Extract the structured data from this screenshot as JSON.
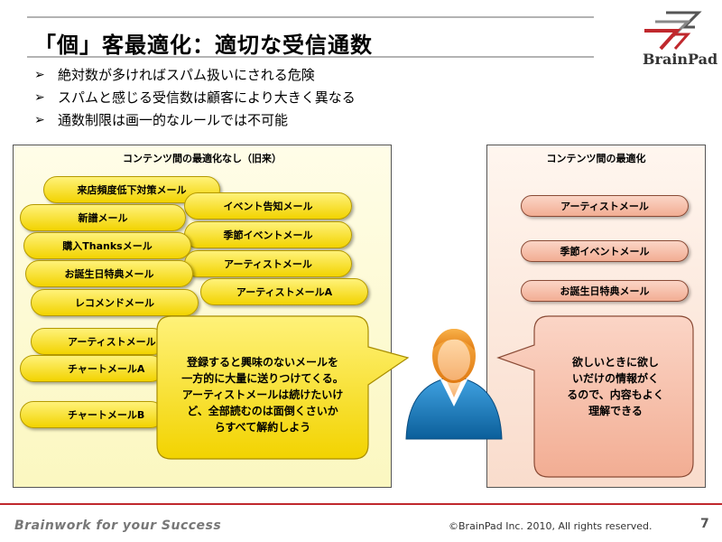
{
  "header": {
    "title": "「個」客最適化：適切な受信通数",
    "logo_text": "BrainPad"
  },
  "bullets": [
    "絶対数が多ければスパム扱いにされる危険",
    "スパムと感じる受信数は顧客により大きく異なる",
    "通数制限は画一的なルールでは不可能"
  ],
  "left_panel": {
    "title": "コンテンツ間の最適化なし（旧来）",
    "pills": [
      "来店頻度低下対策メール",
      "イベント告知メール",
      "新譜メール",
      "季節イベントメール",
      "購入Thanksメール",
      "アーティストメール",
      "お誕生日特典メール",
      "アーティストメールA",
      "レコメンドメール",
      "アーティストメールB",
      "チャートメールA",
      "チャートメールB"
    ]
  },
  "right_panel": {
    "title": "コンテンツ間の最適化",
    "pills": [
      "アーティストメール",
      "季節イベントメール",
      "お誕生日特典メール"
    ]
  },
  "speech_left": [
    "登録すると興味のないメールを",
    "一方的に大量に送りつけてくる。",
    "アーティストメールは続けたいけ",
    "ど、全部読むのは面倒くさいか",
    "らすべて解約しよう"
  ],
  "speech_right": [
    "欲しいときに欲し",
    "いだけの情報がく",
    "るので、内容もよく",
    "理解できる"
  ],
  "footer": {
    "tagline": "Brainwork for your Success",
    "copyright": "©BrainPad Inc. 2010, All rights reserved.",
    "page": "7"
  },
  "colors": {
    "accent_red": "#c0282d",
    "pill_yellow": "#f2d300",
    "pill_salmon": "#f2ad93",
    "person_blue": "#1a7fc0"
  }
}
